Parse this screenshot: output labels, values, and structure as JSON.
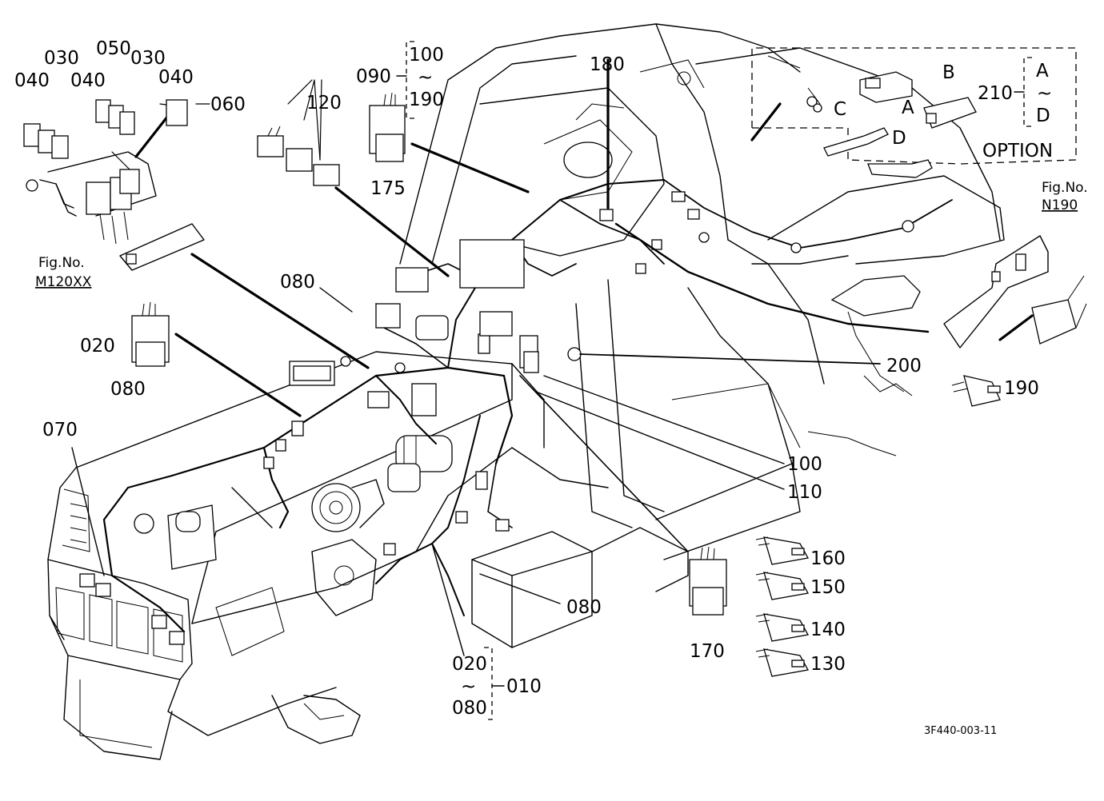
{
  "diagram": {
    "drawing_number": "3F440-003-11",
    "callouts": {
      "c040a": "040",
      "c030a": "030",
      "c040b": "040",
      "c050": "050",
      "c030b": "030",
      "c040c": "040",
      "c060": "060",
      "c120": "120",
      "c090": "090",
      "c100_top": "100",
      "tilde_top": "~",
      "c190_top": "190",
      "c175": "175",
      "c180": "180",
      "c210": "210",
      "tilde_210": "~",
      "opt_A": "A",
      "opt_D": "D",
      "option": "OPTION",
      "letter_A": "A",
      "letter_B": "B",
      "letter_C": "C",
      "letter_D": "D",
      "fig_n190": "Fig.No.",
      "fig_n190_num": "N190",
      "fig_m120": "Fig.No.",
      "fig_m120_num": "M120XX",
      "c080_top": "080",
      "c020": "020",
      "c080_mid": "080",
      "c070": "070",
      "c200": "200",
      "c190": "190",
      "c100": "100",
      "c110": "110",
      "c160": "160",
      "c150": "150",
      "c140": "140",
      "c130": "130",
      "c170": "170",
      "c080_bot": "080",
      "c020_bot": "020",
      "tilde_bot": "~",
      "c080_bot2": "080",
      "c010": "010"
    }
  }
}
